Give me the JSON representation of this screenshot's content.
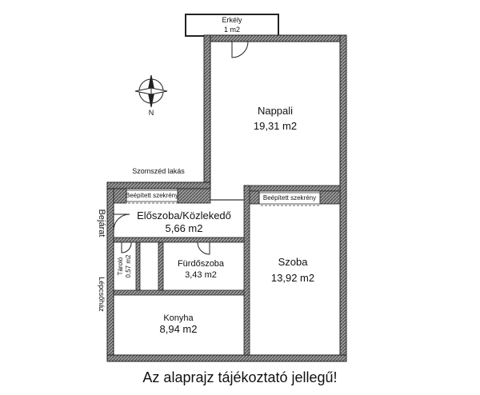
{
  "rooms": {
    "erkely": {
      "name": "Erkély",
      "area": "1 m2"
    },
    "nappali": {
      "name": "Nappali",
      "area": "19,31 m2"
    },
    "eloszoba": {
      "name": "Előszoba/Közlekedő",
      "area": "5,66 m2"
    },
    "furdoszoba": {
      "name": "Fürdőszoba",
      "area": "3,43 m2"
    },
    "szoba": {
      "name": "Szoba",
      "area": "13,92 m2"
    },
    "konyha": {
      "name": "Konyha",
      "area": "8,94 m2"
    },
    "tarolo": {
      "name": "Tároló",
      "area": "0,57 m2"
    }
  },
  "labels": {
    "szomszed": "Szomszéd lakás",
    "beepitett_1": "Beépített szekrény",
    "beepitett_2": "Beépített szekrény",
    "bejarat": "Bejárat",
    "lepcsohaz": "Lépcsőház",
    "compass_n": "N"
  },
  "caption": "Az alaprajz tájékoztató jellegű!",
  "colors": {
    "wall": "#555555",
    "line": "#222222"
  }
}
